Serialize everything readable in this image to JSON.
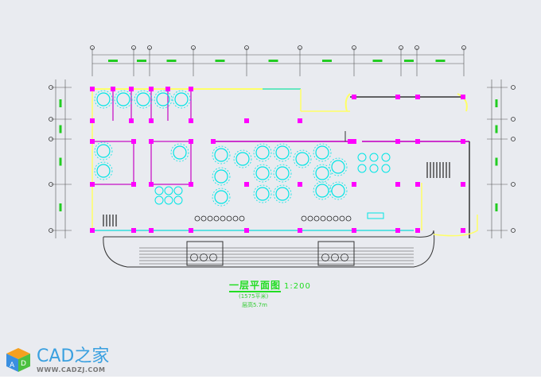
{
  "drawing": {
    "title": "一层平面图",
    "scale": "1:200",
    "area_note": "(1575平米)",
    "height_note": "层高5.7m"
  },
  "watermark": {
    "brand": "CAD之家",
    "url": "WWW.CADZJ.COM"
  },
  "colors": {
    "background": "#e9ebf0",
    "column": "#ff00ff",
    "furniture": "#00e5e5",
    "wall_yellow": "#ffff66",
    "dimension": "#22cc22",
    "line": "#333333"
  }
}
